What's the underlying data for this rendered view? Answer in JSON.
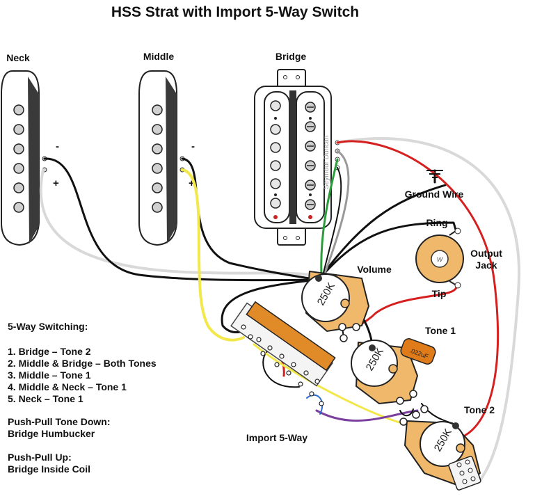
{
  "title": "HSS Strat with Import 5-Way Switch",
  "pickups": {
    "neck": "Neck",
    "middle": "Middle",
    "bridge": "Bridge",
    "minus": "-",
    "plus": "+",
    "brand": "Seymour Duncan"
  },
  "labels": {
    "ground_wire": "Ground Wire",
    "ring": "Ring",
    "tip": "Tip",
    "output_jack_1": "Output",
    "output_jack_2": "Jack",
    "volume": "Volume",
    "tone1": "Tone 1",
    "tone2": "Tone 2",
    "switch": "Import 5-Way",
    "pot_value": "250K",
    "cap_value": ".022uF",
    "jack_w": "W"
  },
  "notes": {
    "switching_title": "5-Way Switching:",
    "switching": [
      "1. Bridge – Tone 2",
      "2. Middle & Bridge – Both Tones",
      "3. Middle – Tone 1",
      "4. Middle & Neck – Tone 1",
      "5. Neck – Tone 1"
    ],
    "pushpull_down_title": "Push-Pull Tone Down:",
    "pushpull_down": "Bridge Humbucker",
    "pushpull_up_title": "Push-Pull Up:",
    "pushpull_up": "Bridge Inside Coil"
  },
  "colors": {
    "black_wire": "#111111",
    "white_wire": "#d9d9d9",
    "yellow_wire": "#f2e84b",
    "red_wire": "#d62020",
    "green_wire": "#2a9d3a",
    "purple_wire": "#7b3fa0",
    "pot_body": "#f0b86a",
    "cap": "#e07b1a"
  }
}
